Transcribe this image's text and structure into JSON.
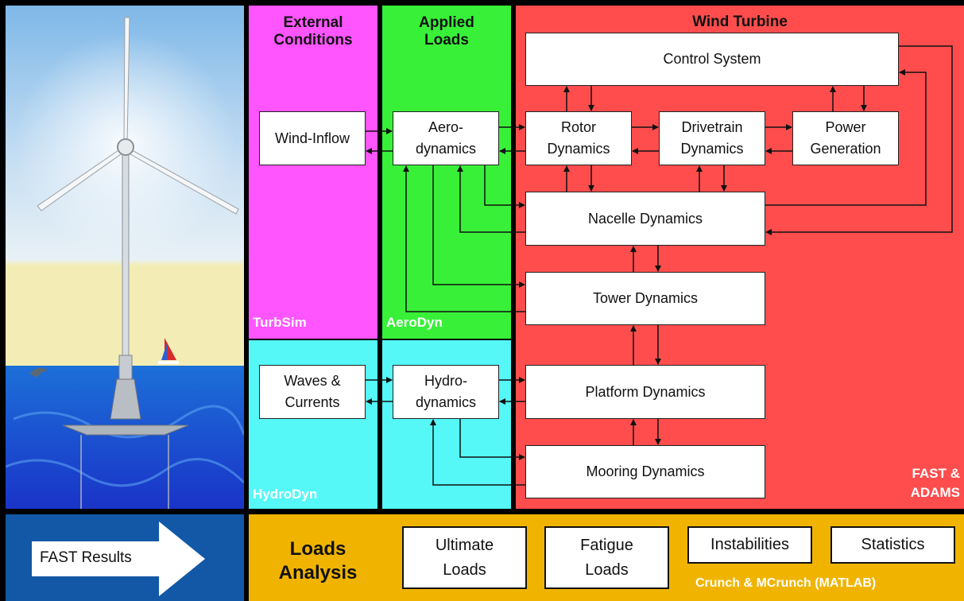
{
  "colors": {
    "external": "#ff55ff",
    "applied": "#39f039",
    "turbine": "#ff4d4d",
    "hydro": "#55f7f7",
    "results_bg": "#1258a6",
    "loads_bg": "#f0b400",
    "tag_text": "#ffffff"
  },
  "columns": {
    "external": {
      "title": "External\nConditions",
      "aero_tag": "TurbSim",
      "hydro_tag": "HydroDyn"
    },
    "applied": {
      "title": "Applied\nLoads",
      "aero_tag": "AeroDyn"
    },
    "turbine": {
      "title": "Wind Turbine",
      "tool_tag": "FAST &\nADAMS"
    }
  },
  "modules": {
    "wind_inflow": "Wind-Inflow",
    "waves_currents": "Waves &\nCurrents",
    "aerodynamics": "Aero-\ndynamics",
    "hydrodynamics": "Hydro-\ndynamics",
    "control_system": "Control System",
    "rotor_dynamics": "Rotor\nDynamics",
    "drivetrain_dynamics": "Drivetrain\nDynamics",
    "power_generation": "Power\nGeneration",
    "nacelle_dynamics": "Nacelle Dynamics",
    "tower_dynamics": "Tower Dynamics",
    "platform_dynamics": "Platform Dynamics",
    "mooring_dynamics": "Mooring Dynamics"
  },
  "bottom": {
    "results_label": "FAST Results",
    "loads_title": "Loads\nAnalysis",
    "outputs": [
      "Ultimate\nLoads",
      "Fatigue\nLoads",
      "Instabilities",
      "Statistics"
    ],
    "tool_tag": "Crunch & MCrunch (MATLAB)"
  }
}
